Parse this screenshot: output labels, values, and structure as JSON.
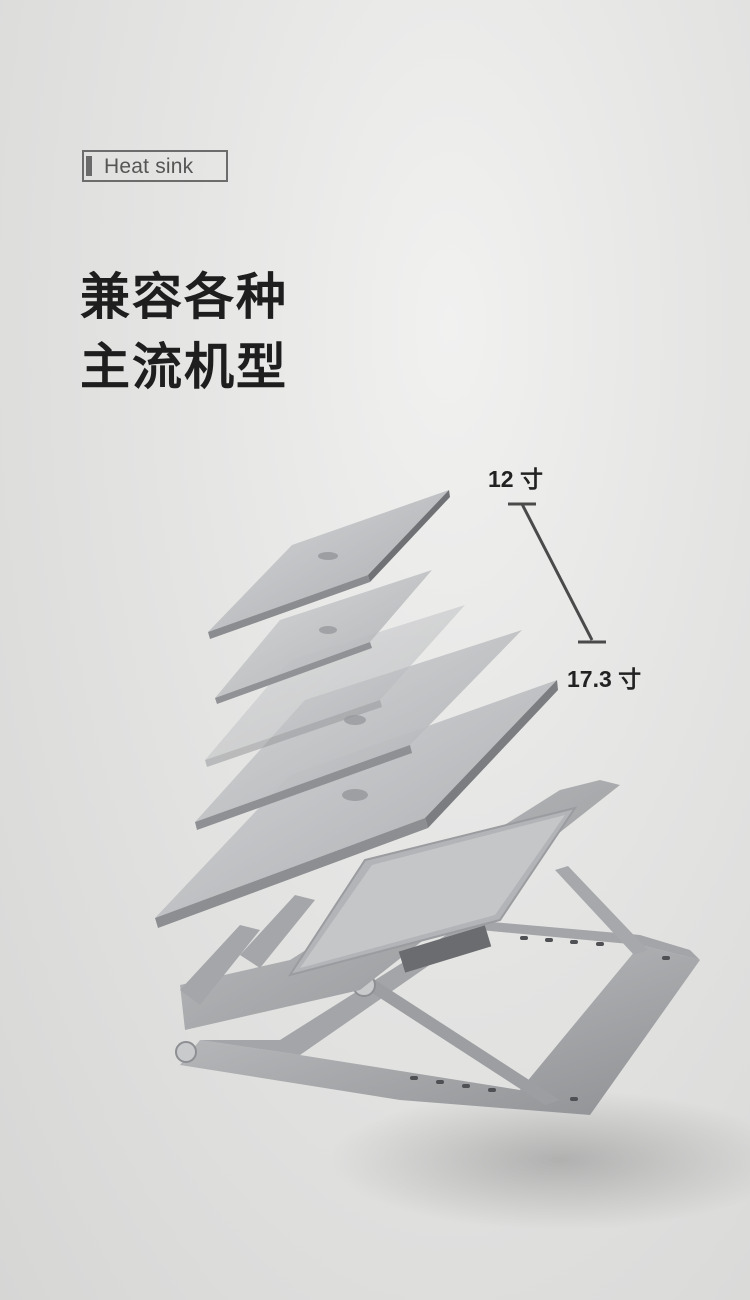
{
  "badge": {
    "label": "Heat sink"
  },
  "headline": {
    "line1": "兼容各种",
    "line2": "主流机型"
  },
  "sizes": {
    "min": "12 寸",
    "max": "17.3 寸"
  },
  "colors": {
    "headline": "#1e1e1e",
    "metal": "#b8babc",
    "accent_line": "#4a4a4a"
  }
}
